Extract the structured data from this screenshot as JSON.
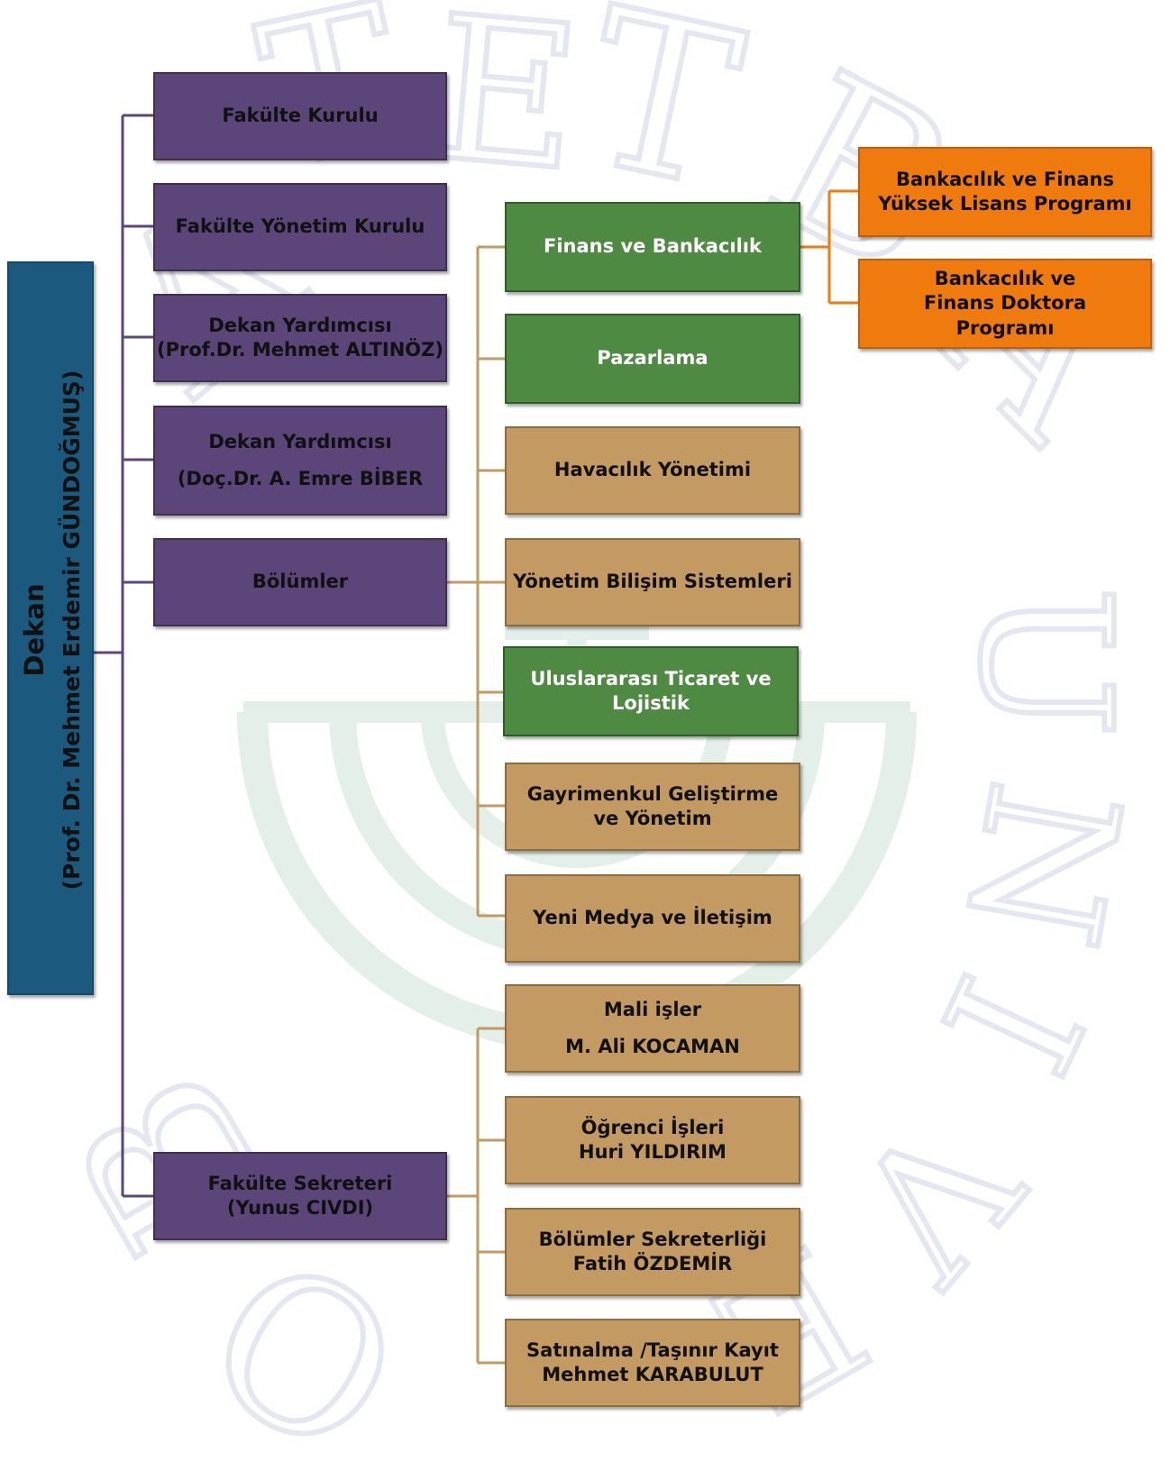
{
  "dekan": {
    "title": "Dekan",
    "name": "(Prof. Dr.  Mehmet Erdemir GÜNDOĞMUŞ)"
  },
  "kurullar": {
    "fakulte_kurulu": "Fakülte Kurulu",
    "fakulte_yonetim_kurulu": "Fakülte Yönetim Kurulu",
    "dekan_yardimcisi_1": {
      "title": "Dekan Yardımcısı",
      "name": "(Prof.Dr. Mehmet ALTINÖZ)"
    },
    "dekan_yardimcisi_2": {
      "title": "Dekan Yardımcısı",
      "name": "(Doç.Dr. A. Emre BİBER"
    },
    "bolumler": "Bölümler",
    "fakulte_sekreteri": {
      "title": "Fakülte Sekreteri",
      "name": "(Yunus CIVDI)"
    }
  },
  "departments": [
    "Finans ve Bankacılık",
    "Pazarlama",
    "Havacılık Yönetimi",
    "Yönetim Bilişim Sistemleri",
    "Uluslararası Ticaret ve Lojistik",
    "Gayrimenkul Geliştirme ve Yönetim",
    "Yeni Medya ve İletişim"
  ],
  "programs": [
    "Bankacılık ve Finans Yüksek Lisans Programı",
    "Bankacılık ve Finans Doktora Programı"
  ],
  "staff": [
    {
      "role": "Mali işler",
      "name": "M. Ali KOCAMAN"
    },
    {
      "role": "Öğrenci İşleri",
      "name": "Huri YILDIRIM"
    },
    {
      "role": "Bölümler Sekreterliği",
      "name": "Fatih ÖZDEMİR"
    },
    {
      "role": "Satınalma /Taşınır Kayıt",
      "name": "Mehmet KARABULUT"
    }
  ],
  "colors": {
    "dekan": "#1b5a7e",
    "board": "#5c4578",
    "department_highlight": "#4e8a42",
    "department": "#c29a62",
    "program": "#ef7a0e",
    "connector_board": "#5c4578",
    "connector_department": "#c29a62",
    "connector_program": "#ef7a0e"
  }
}
